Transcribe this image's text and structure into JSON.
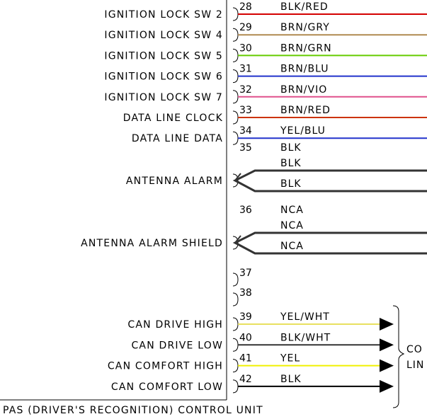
{
  "unit_title": "PAS (DRIVER'S RECOGNITION) CONTROL UNIT",
  "right_box_text_1": "CO",
  "right_box_text_2": "LIN",
  "colors": {
    "outline": "#000000",
    "twisted": "#333333"
  },
  "signals": [
    {
      "label": "IGNITION LOCK SW 2",
      "pin": "28",
      "wire": "BLK/RED",
      "color": "#d40000"
    },
    {
      "label": "IGNITION LOCK SW 4",
      "pin": "29",
      "wire": "BRN/GRY",
      "color": "#b08a50"
    },
    {
      "label": "IGNITION LOCK SW 5",
      "pin": "30",
      "wire": "BRN/GRN",
      "color": "#66cc00"
    },
    {
      "label": "IGNITION LOCK SW 6",
      "pin": "31",
      "wire": "BRN/BLU",
      "color": "#2233cc"
    },
    {
      "label": "IGNITION LOCK SW 7",
      "pin": "32",
      "wire": "BRN/VIO",
      "color": "#e0508c"
    },
    {
      "label": "DATA LINE CLOCK",
      "pin": "33",
      "wire": "BRN/RED",
      "color": "#cc3300"
    },
    {
      "label": "DATA LINE DATA",
      "pin": "34",
      "wire": "YEL/BLU",
      "color": "#2233cc"
    }
  ],
  "twisted_groups": [
    {
      "label": "ANTENNA ALARM",
      "pin": "35",
      "wire_top": "BLK",
      "wire_1": "BLK",
      "wire_2": "BLK"
    },
    {
      "label": "ANTENNA ALARM SHIELD",
      "pin": "36",
      "wire_top": "NCA",
      "wire_1": "NCA",
      "wire_2": "NCA"
    }
  ],
  "empty_pins": [
    "37",
    "38"
  ],
  "can_signals": [
    {
      "label": "CAN DRIVE HIGH",
      "pin": "39",
      "wire": "YEL/WHT",
      "color": "#e8e060"
    },
    {
      "label": "CAN DRIVE LOW",
      "pin": "40",
      "wire": "BLK/WHT",
      "color": "#333333"
    },
    {
      "label": "CAN COMFORT HIGH",
      "pin": "41",
      "wire": "YEL",
      "color": "#f0f000"
    },
    {
      "label": "CAN COMFORT LOW",
      "pin": "42",
      "wire": "BLK",
      "color": "#000000"
    }
  ]
}
